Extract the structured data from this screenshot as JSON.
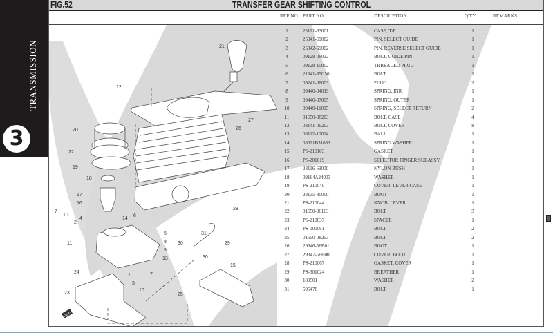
{
  "sidebar": {
    "section_label": "TRANSMISSION",
    "chapter_number": "3"
  },
  "header": {
    "figure_label": "FIG.52",
    "title": "TRANSFER GEAR SHIFTING CONTROL"
  },
  "table": {
    "columns": {
      "ref": "REF NO.",
      "part": "PART NO.",
      "description": "DESCRIPTION",
      "qty": "Q'TY",
      "remarks": "REMARKS"
    },
    "rows": [
      {
        "ref": "1",
        "part": "25121-83001",
        "desc": "CASE, T/F",
        "qty": "1"
      },
      {
        "ref": "2",
        "part": "25341-69002",
        "desc": "PIN, SELECT GUIDE",
        "qty": "1"
      },
      {
        "ref": "3",
        "part": "25342-69002",
        "desc": "PIN, REVERSE SELECT GUIDE",
        "qty": "1"
      },
      {
        "ref": "4",
        "part": "09128-06032",
        "desc": "BOLT, GUIDE PIN",
        "qty": "1"
      },
      {
        "ref": "5",
        "part": "09128-10002",
        "desc": "THREADED PLUG",
        "qty": "1"
      },
      {
        "ref": "6",
        "part": "21941-85C50",
        "desc": "BOLT",
        "qty": "1"
      },
      {
        "ref": "7",
        "part": "09241-08003",
        "desc": "PLUG",
        "qty": "2"
      },
      {
        "ref": "8",
        "part": "09440-04019",
        "desc": "SPRING, INR",
        "qty": "1"
      },
      {
        "ref": "9",
        "part": "09440-07005",
        "desc": "SPRING, OUTER",
        "qty": "1"
      },
      {
        "ref": "10",
        "part": "09440-11005",
        "desc": "SPRING, SELECT RETURN",
        "qty": "2"
      },
      {
        "ref": "11",
        "part": "01550-08203",
        "desc": "BOLT, CASE",
        "qty": "4"
      },
      {
        "ref": "12",
        "part": "03141-06203",
        "desc": "BOLT, COVER",
        "qty": "8"
      },
      {
        "ref": "13",
        "part": "06112-10004",
        "desc": "BALL",
        "qty": "1"
      },
      {
        "ref": "14",
        "part": "08321B31083",
        "desc": "SPRING WASHER",
        "qty": "1"
      },
      {
        "ref": "15",
        "part": "PS-210103",
        "desc": "GASKET",
        "qty": "1"
      },
      {
        "ref": "16",
        "part": "PS-201019",
        "desc": "SELECTOR FINGER SUBASSY",
        "qty": "1"
      },
      {
        "ref": "17",
        "part": "28116-69000",
        "desc": "NYLON BUSH",
        "qty": "1"
      },
      {
        "ref": "18",
        "part": "09164A24003",
        "desc": "WASHER",
        "qty": "1"
      },
      {
        "ref": "19",
        "part": "PS-210040",
        "desc": "COVER, LEVER CASE",
        "qty": "1"
      },
      {
        "ref": "20",
        "part": "28135-80000",
        "desc": "BOOT",
        "qty": "1"
      },
      {
        "ref": "21",
        "part": "PS-210044",
        "desc": "KNOB, LEVER",
        "qty": "1"
      },
      {
        "ref": "22",
        "part": "01550-06163",
        "desc": "BOLT",
        "qty": "3"
      },
      {
        "ref": "23",
        "part": "PS-210037",
        "desc": "SPACER",
        "qty": "1"
      },
      {
        "ref": "24",
        "part": "PS-000061",
        "desc": "BOLT",
        "qty": "2"
      },
      {
        "ref": "25",
        "part": "01550-08253",
        "desc": "BOLT",
        "qty": "2"
      },
      {
        "ref": "26",
        "part": "29346-56B01",
        "desc": "BOOT",
        "qty": "1"
      },
      {
        "ref": "27",
        "part": "29347-56B00",
        "desc": "COVER, BOOT",
        "qty": "1"
      },
      {
        "ref": "28",
        "part": "PS-210067",
        "desc": "GASKET, COVER",
        "qty": "1"
      },
      {
        "ref": "29",
        "part": "PS-301024",
        "desc": "BREATHER",
        "qty": "1"
      },
      {
        "ref": "30",
        "part": "189501",
        "desc": "WASHER",
        "qty": "2"
      },
      {
        "ref": "31",
        "part": "595478",
        "desc": "BOLT",
        "qty": "1"
      }
    ]
  },
  "diagram": {
    "callouts": [
      "21",
      "12",
      "27",
      "26",
      "20",
      "22",
      "19",
      "18",
      "28",
      "17",
      "16",
      "7",
      "10",
      "2",
      "4",
      "14",
      "6",
      "11",
      "5",
      "8",
      "9",
      "13",
      "31",
      "30",
      "29",
      "30",
      "24",
      "1",
      "3",
      "7",
      "10",
      "23",
      "25",
      "15"
    ],
    "front_marker": "FWD"
  },
  "colors": {
    "sidebar_bg": "#1d1b1b",
    "title_bar_bg": "#d8d8d8",
    "watermark_gray": "#d9d9d9",
    "bottom_rule": "#8ea2b8"
  }
}
